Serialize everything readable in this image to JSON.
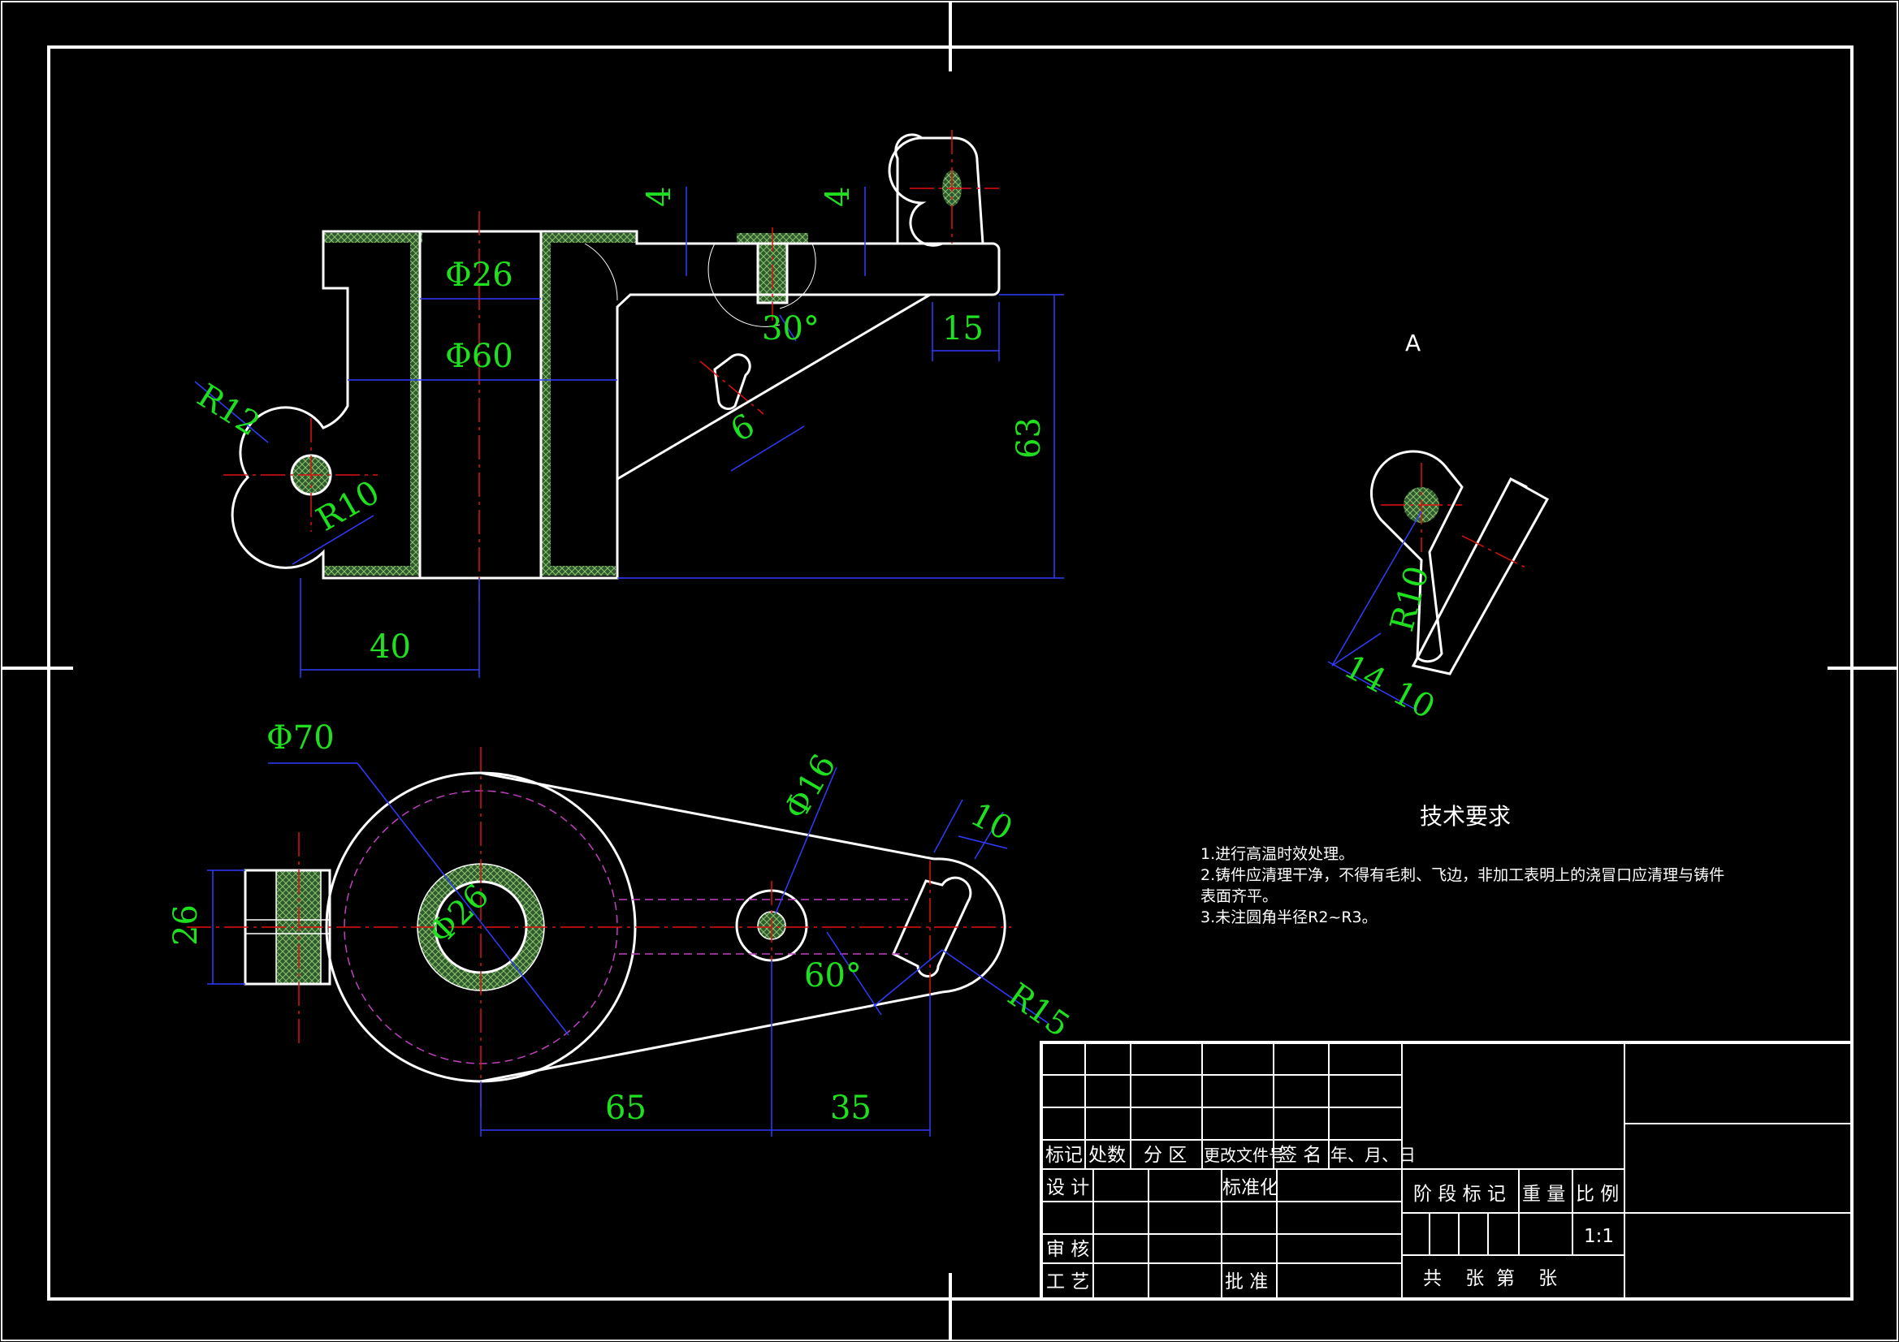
{
  "view_label": "A",
  "dimensions": {
    "d26_top": "Φ26",
    "d60": "Φ60",
    "r12": "R12",
    "r10_left": "R10",
    "d40": "40",
    "d4_a": "4",
    "d4_b": "4",
    "a30": "30°",
    "d15": "15",
    "d6": "6",
    "d63": "63",
    "r10_view": "R10",
    "d14": "14",
    "d10_view": "10",
    "d70": "Φ70",
    "d26_side": "26",
    "d26_bore": "Φ26",
    "d16": "Φ16",
    "d10_slot": "10",
    "a60": "60°",
    "r15": "R15",
    "d65": "65",
    "d35": "35"
  },
  "tech_requirements": {
    "title": "技术要求",
    "lines": [
      "1.进行高温时效处理。",
      "2.铸件应清理干净，不得有毛刺、飞边，非加工表明上的浇冒口应清理与铸件",
      "表面齐平。",
      "3.未注圆角半径R2~R3。"
    ]
  },
  "title_block": {
    "header": [
      "标记",
      "处数",
      "分 区",
      "更改文件号",
      "签 名",
      "年、月、日"
    ],
    "design": "设 计",
    "standardize": "标准化",
    "stage": "阶 段 标 记",
    "weight": "重 量",
    "ratio": "比 例",
    "scale": "1:1",
    "review": "审 核",
    "process": "工 艺",
    "approve": "批 准",
    "sheets": "共    张  第    张"
  },
  "colors": {
    "background": "#000000",
    "outline": "#ffffff",
    "dimension_text": "#1fe01f",
    "dimension_line": "#2f3cff",
    "centerline": "#e01010",
    "hidden_line": "#c040c0",
    "hatch": "#3a6a3a"
  }
}
